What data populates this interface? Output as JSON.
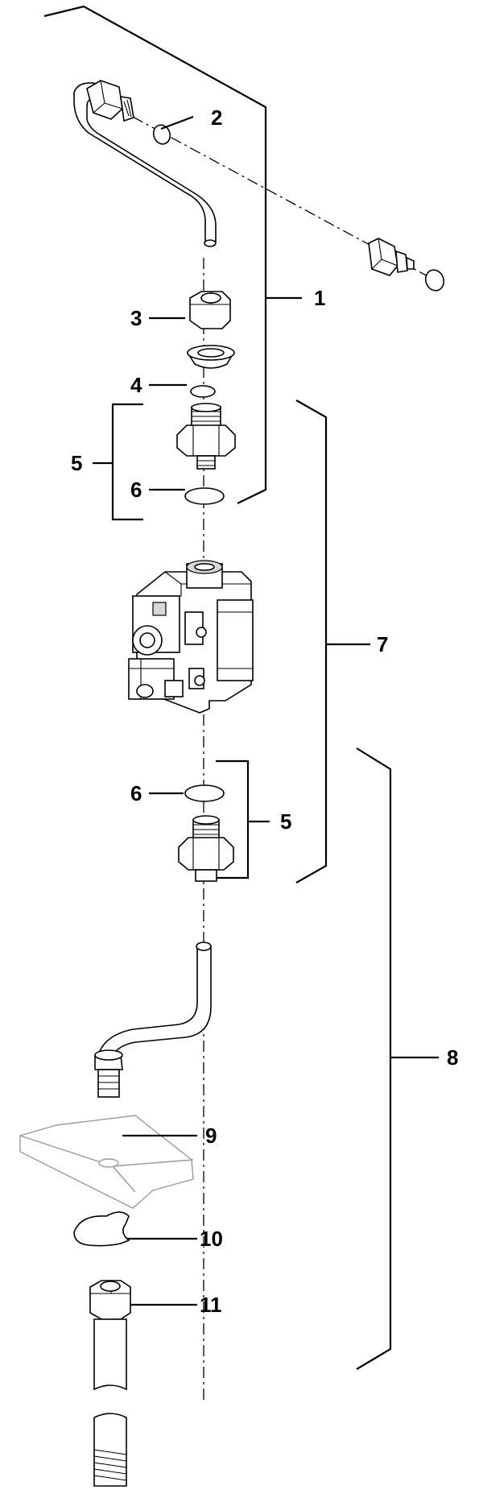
{
  "callouts": {
    "c1": "1",
    "c2": "2",
    "c3": "3",
    "c4": "4",
    "c5_top": "5",
    "c6_top": "6",
    "c7": "7",
    "c6_bottom": "6",
    "c5_bottom": "5",
    "c8": "8",
    "c9": "9",
    "c10": "10",
    "c11": "11"
  }
}
